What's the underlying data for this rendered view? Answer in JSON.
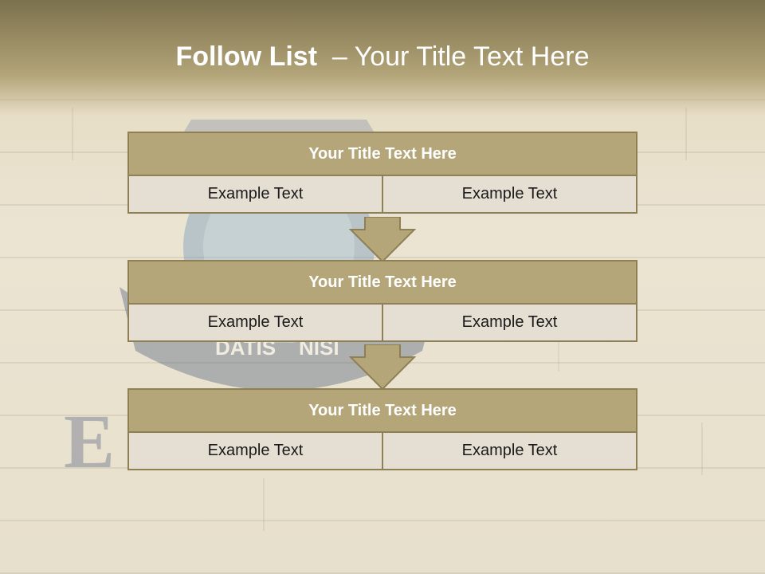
{
  "slide": {
    "title_bold": "Follow List",
    "title_rest": "  – Your Title Text Here"
  },
  "blocks": [
    {
      "header": "Your Title Text Here",
      "cells": [
        "Example Text",
        "Example Text"
      ]
    },
    {
      "header": "Your Title Text Here",
      "cells": [
        "Example Text",
        "Example Text"
      ]
    },
    {
      "header": "Your Title Text Here",
      "cells": [
        "Example Text",
        "Example Text"
      ]
    }
  ],
  "colors": {
    "header_band": "#9a8c63",
    "block_header": "#b5a67a",
    "block_border": "#8f7f55",
    "cell_fill": "#e4dfd2",
    "arrow": "#b5a67a"
  },
  "background": {
    "description_icon": "crest-emblem-icon",
    "visible_fragments": [
      "DATIS",
      "NISI",
      "E"
    ]
  }
}
